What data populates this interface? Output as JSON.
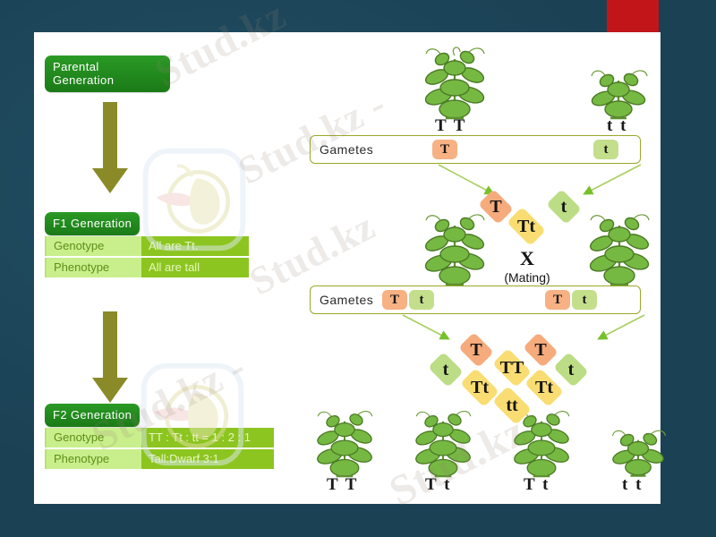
{
  "slide": {
    "background_color": "#1b4154",
    "accent_color": "#c1151a",
    "canvas_color": "#ffffff",
    "watermarks": [
      "Stud.kz",
      "Stud.kz -",
      "Stud.kz",
      "Stud.kz -",
      "Stud.kz"
    ]
  },
  "left_column": {
    "parental": {
      "tag": "Parental\nGeneration"
    },
    "f1": {
      "tag": "F1 Generation",
      "rows": [
        {
          "key": "Genotype",
          "value": "All are Tt."
        },
        {
          "key": "Phenotype",
          "value": "All are tall"
        }
      ]
    },
    "f2": {
      "tag": "F2 Generation",
      "rows": [
        {
          "key": "Genotype",
          "value": "TT : Tt : tt =  1 : 2 : 1"
        },
        {
          "key": "Phenotype",
          "value": "Tall:Dwarf 3:1"
        }
      ]
    },
    "arrow_color": "#8a8a28"
  },
  "parental_row": {
    "plants": [
      {
        "genotype": "T T",
        "height": "tall"
      },
      {
        "genotype": "t t",
        "height": "dwarf"
      }
    ]
  },
  "gametes_row_1": {
    "label": "Gametes",
    "chips": [
      {
        "allele": "T",
        "color": "#f7b183"
      },
      {
        "allele": "t",
        "color": "#c3df8b"
      }
    ]
  },
  "f1_cross": {
    "diamonds": [
      {
        "text": "T",
        "color": "orange"
      },
      {
        "text": "Tt",
        "color": "yellow"
      },
      {
        "text": "t",
        "color": "green"
      }
    ],
    "mating_symbol": "X",
    "mating_label": "(Mating)",
    "plants": [
      {
        "genotype": "T t"
      },
      {
        "genotype": "T t"
      }
    ]
  },
  "gametes_row_2": {
    "label": "Gametes",
    "left_chips": [
      {
        "allele": "T",
        "color": "#f7b183"
      },
      {
        "allele": "t",
        "color": "#c3df8b"
      }
    ],
    "right_chips": [
      {
        "allele": "T",
        "color": "#f7b183"
      },
      {
        "allele": "t",
        "color": "#c3df8b"
      }
    ]
  },
  "f2_punnett": {
    "diamonds": [
      {
        "text": "T",
        "color": "orange"
      },
      {
        "text": "T",
        "color": "orange"
      },
      {
        "text": "t",
        "color": "green"
      },
      {
        "text": "t",
        "color": "green"
      },
      {
        "text": "TT",
        "color": "yellow"
      },
      {
        "text": "Tt",
        "color": "yellow"
      },
      {
        "text": "Tt",
        "color": "yellow"
      },
      {
        "text": "tt",
        "color": "yellow"
      }
    ]
  },
  "f2_row": {
    "plants": [
      {
        "genotype": "T T"
      },
      {
        "genotype": "T t"
      },
      {
        "genotype": "T t"
      },
      {
        "genotype": "t t"
      }
    ]
  },
  "chart_data": {
    "type": "diagram",
    "title": "Mendelian monohybrid cross (tall x dwarf pea plants)",
    "generations": [
      {
        "name": "Parental Generation",
        "individuals": [
          "TT",
          "tt"
        ],
        "gametes": [
          "T",
          "t"
        ]
      },
      {
        "name": "F1 Generation",
        "genotype": "All are Tt.",
        "phenotype": "All are tall",
        "individuals": [
          "Tt",
          "Tt"
        ],
        "gametes": [
          "T",
          "t",
          "T",
          "t"
        ]
      },
      {
        "name": "F2 Generation",
        "genotype": "TT : Tt : tt =  1 : 2 : 1",
        "phenotype": "Tall:Dwarf 3:1",
        "individuals": [
          "TT",
          "Tt",
          "Tt",
          "tt"
        ]
      }
    ],
    "genotype_ratio": [
      1,
      2,
      1
    ],
    "phenotype_ratio": [
      3,
      1
    ]
  }
}
